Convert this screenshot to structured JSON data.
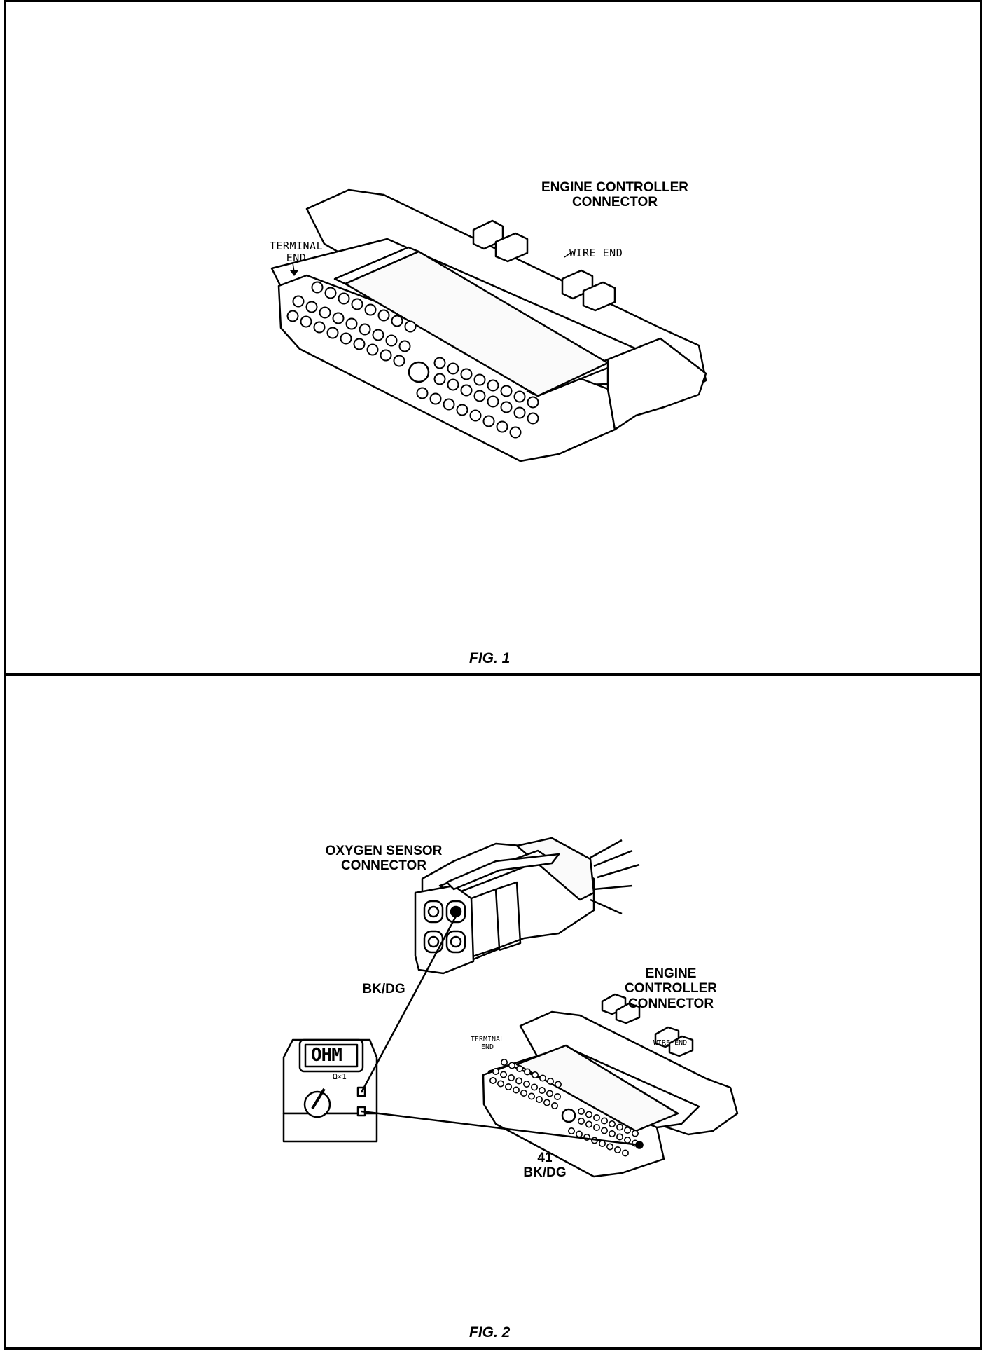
{
  "figures": [
    {
      "caption": "FIG. 1",
      "labels": {
        "connector_title": "ENGINE CONTROLLER\nCONNECTOR",
        "terminal_end": "TERMINAL\nEND",
        "wire_end": "WIRE END"
      }
    },
    {
      "caption": "FIG. 2",
      "labels": {
        "oxygen_sensor": "OXYGEN SENSOR\nCONNECTOR",
        "wire_top": "BK/DG",
        "engine_controller": "ENGINE\nCONTROLLER\nCONNECTOR",
        "terminal_end": "TERMINAL\nEND",
        "wire_end": "WIRE END",
        "pin_label": "41\nBK/DG",
        "meter_display": "OHM",
        "meter_range": "Ω×1"
      }
    }
  ]
}
